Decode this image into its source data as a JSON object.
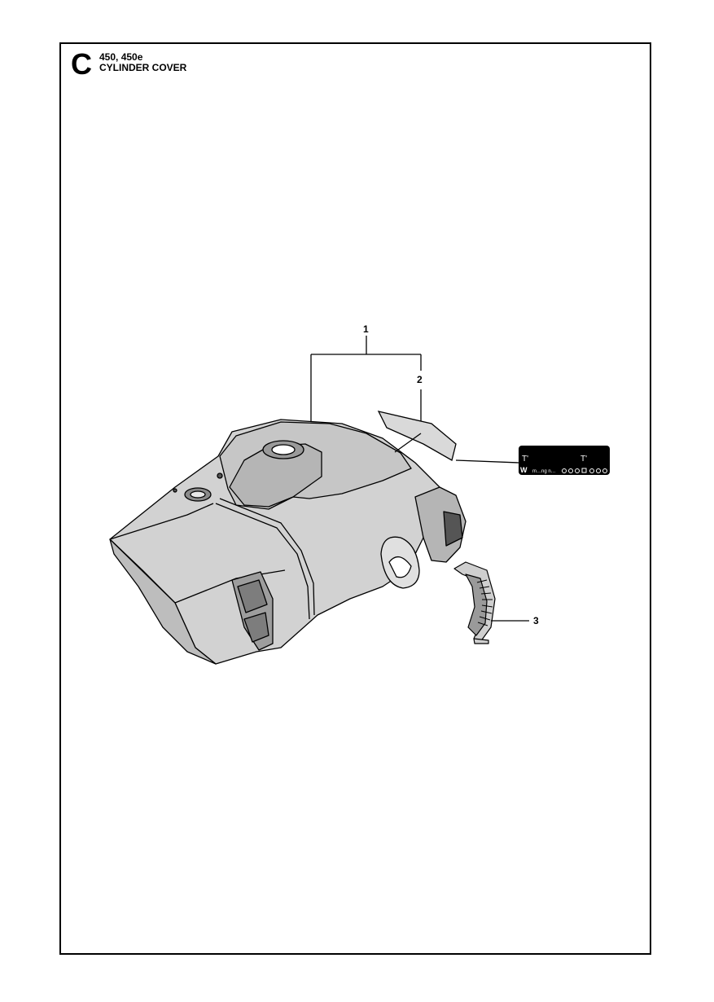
{
  "header": {
    "section_letter": "C",
    "models": "450, 450e",
    "title": "CYLINDER COVER"
  },
  "callouts": [
    "1",
    "2",
    "3"
  ],
  "parts": [
    {
      "callout": "1",
      "icon": "cylinder-cover-drawing"
    },
    {
      "callout": "2",
      "icon": "decal-drawing"
    },
    {
      "callout": "3",
      "icon": "clip-drawing"
    }
  ],
  "decal": {
    "line1_left": "T'",
    "line1_right": "T'",
    "line2_letter": "W",
    "line2_text": "m…ng n…"
  }
}
